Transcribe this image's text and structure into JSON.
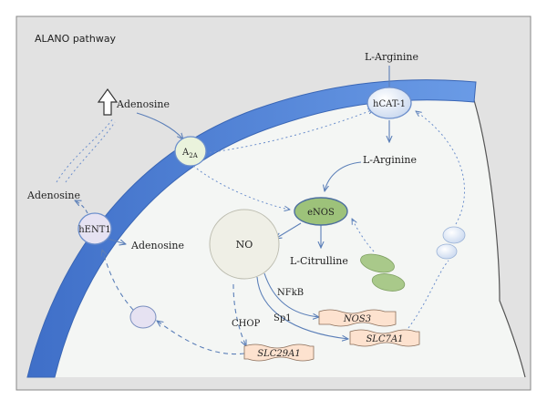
{
  "title": "ALANO pathway",
  "labels": {
    "adenosine_top": "Adenosine",
    "adenosine_left": "Adenosine",
    "adenosine_inner": "Adenosine",
    "larginine_top": "L-Arginine",
    "larginine_inner": "L-Arginine",
    "lcitrulline": "L-Citrulline",
    "nfkb": "NFkB",
    "sp1": "Sp1",
    "chop": "CHOP"
  },
  "nodes": {
    "a2a_main": "A",
    "a2a_sub": "2A",
    "hcat1": "hCAT-1",
    "hent1": "hENT1",
    "enos": "eNOS",
    "no": "NO"
  },
  "genes": {
    "nos3": "NOS3",
    "slc7a1": "SLC7A1",
    "slc29a1": "SLC29A1"
  },
  "colors": {
    "membrane": "#4a7fd6",
    "cell_fill": "#f4f6f4",
    "outside_fill": "#e2e2e2",
    "arrow": "#5b7fb8",
    "node_border": "#6c8fcc",
    "gene_fill": "#fde2cf",
    "enos_fill": "#9dc27a",
    "hcat_fill": "#d5e3f7",
    "no_fill": "#efefe6"
  },
  "icons": {
    "up_arrow": "hollow-up-arrow-icon",
    "vesicles": "vesicle-icon"
  }
}
